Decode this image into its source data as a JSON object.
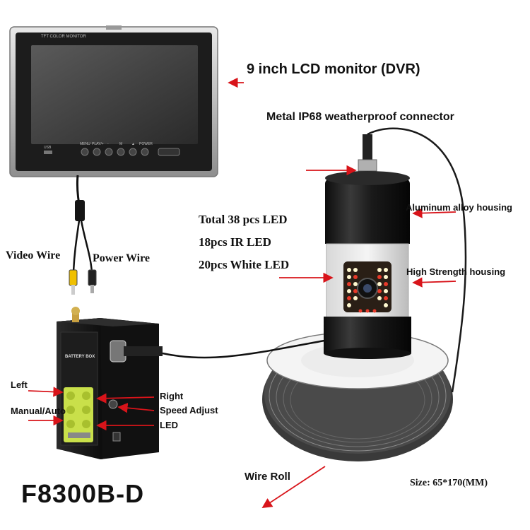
{
  "monitor": {
    "label": "9 inch LCD monitor (DVR)",
    "brand_text": "TFT COLOR MONITOR",
    "port_text": "USB",
    "buttons": [
      "MENU",
      "PLAY/+",
      "-",
      "M",
      "▲",
      "POWER"
    ]
  },
  "connector_label": "Metal IP68 weatherproof connector",
  "housing_labels": {
    "aluminum": "Aluminum alloy housing",
    "high_strength": "High Strength housing"
  },
  "led_specs": {
    "total": "Total 38 pcs LED",
    "ir": "18pcs IR LED",
    "white": "20pcs White LED"
  },
  "wires": {
    "video": "Video Wire",
    "power": "Power Wire"
  },
  "battery_box": {
    "title": "BATTERY BOX",
    "label_left": "Left",
    "label_manual": "Manual/Auto",
    "label_right": "Right",
    "label_speed": "Speed Adjust",
    "label_led": "LED"
  },
  "wire_roll_label": "Wire Roll",
  "size_label": "Size: 65*170(MM)",
  "model": "F8300B-D",
  "colors": {
    "arrow": "#d8141a",
    "body": "#1a1a1a",
    "accent_green": "#c9e04a"
  }
}
